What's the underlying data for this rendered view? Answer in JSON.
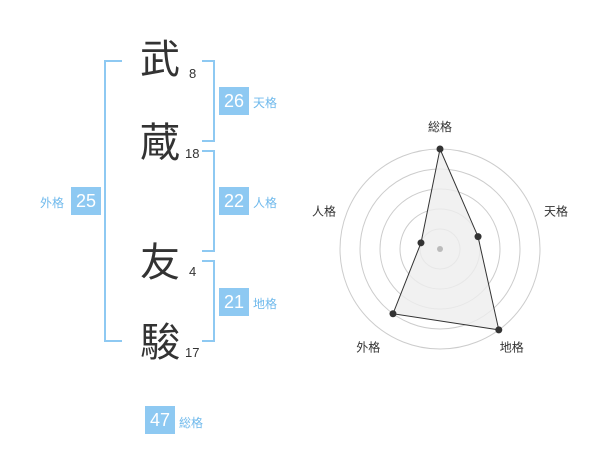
{
  "name": {
    "chars": [
      {
        "char": "武",
        "strokes": "8"
      },
      {
        "char": "蔵",
        "strokes": "18"
      },
      {
        "char": "友",
        "strokes": "4"
      },
      {
        "char": "駿",
        "strokes": "17"
      }
    ]
  },
  "fortunes": {
    "tenkaku": {
      "value": "26",
      "label": "天格"
    },
    "jinkaku": {
      "value": "22",
      "label": "人格"
    },
    "chikaku": {
      "value": "21",
      "label": "地格"
    },
    "gaikaku": {
      "value": "25",
      "label": "外格"
    },
    "soukaku": {
      "value": "47",
      "label": "総格"
    }
  },
  "colors": {
    "accent": "#8ec9f2",
    "accent_text": "#6fb9ec",
    "text": "#333333",
    "grid": "#cccccc",
    "fill": "#eeeeee"
  },
  "chart_data": {
    "type": "radar",
    "axes": [
      "総格",
      "天格",
      "地格",
      "外格",
      "人格"
    ],
    "values": [
      5,
      2,
      5,
      4,
      1
    ],
    "rlim": [
      0,
      5
    ],
    "rings": 5
  }
}
